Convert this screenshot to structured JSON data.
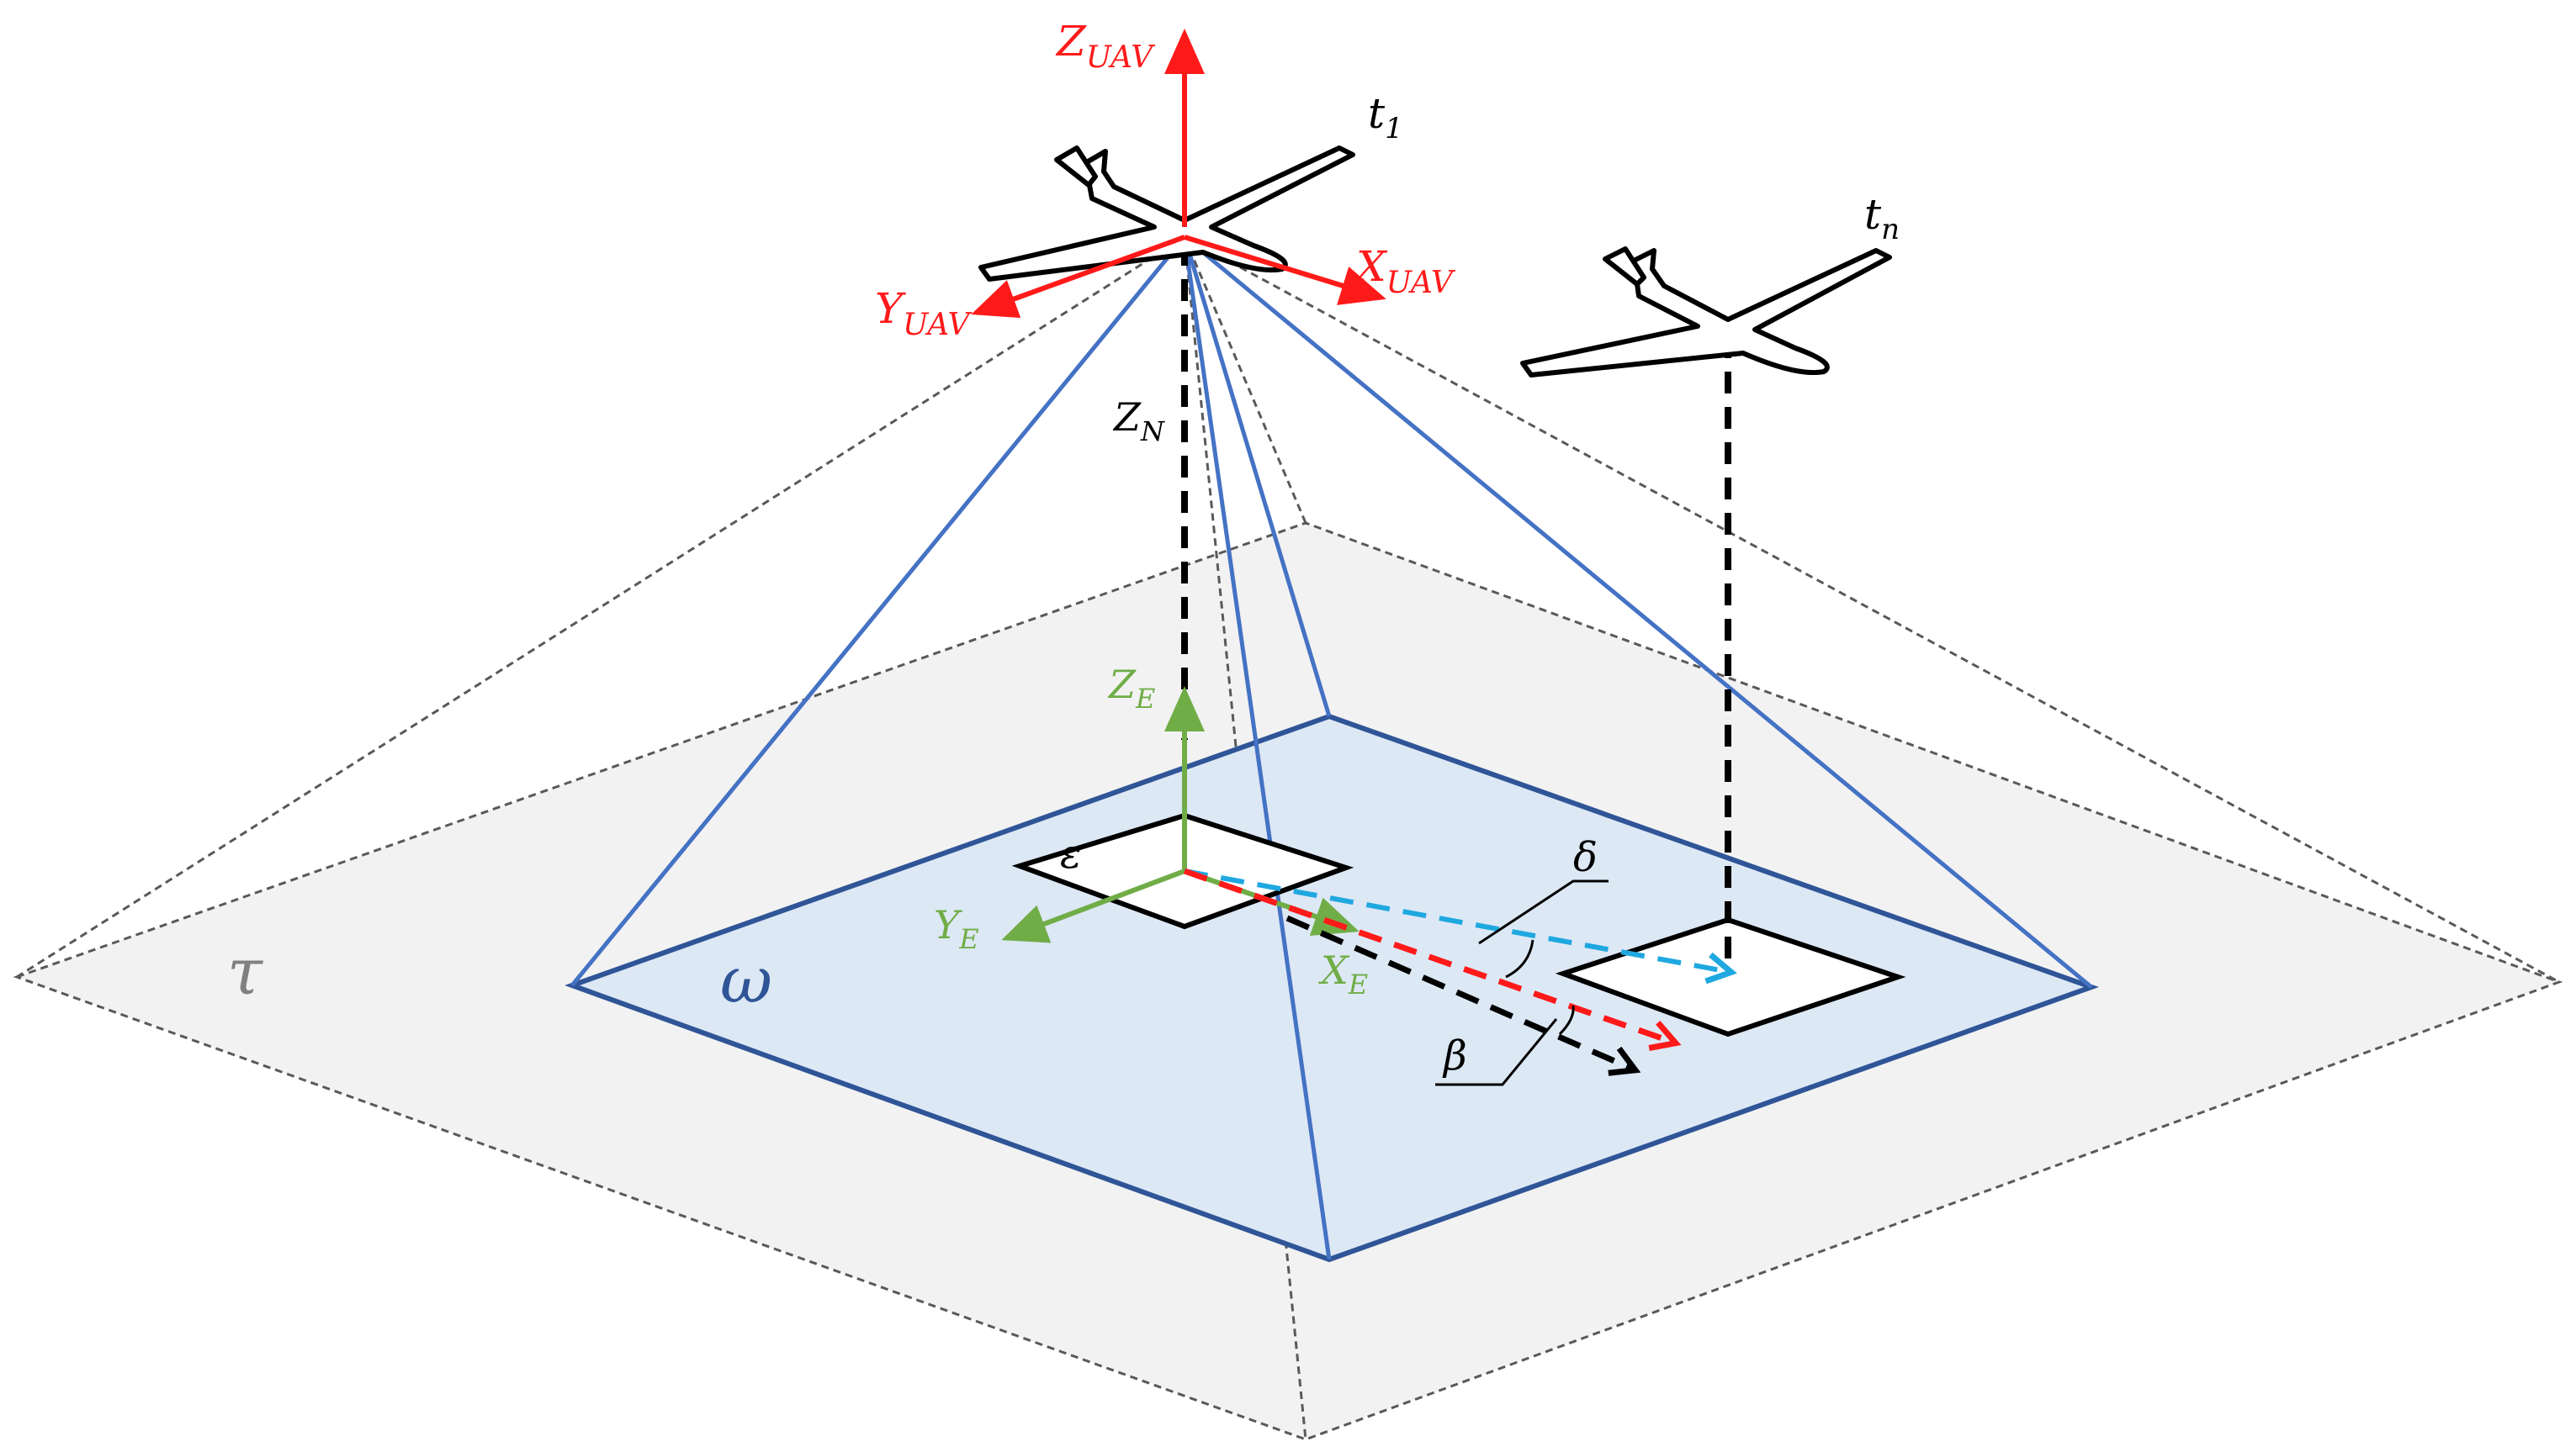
{
  "colors": {
    "uav_axes": "#ff1a1a",
    "ground_axes": "#70ad47",
    "footprint_omega_fill": "#dde8f5",
    "footprint_omega_edge": "#2f5597",
    "frustum_edge": "#4472c4",
    "outer_tau_fill": "#f2f2f2",
    "outer_tau_edge": "#595959",
    "delta_vector": "#1fa8e0",
    "red_vector": "#ff1a1a",
    "beta_vector": "#000000",
    "tau_label": "#808080",
    "omega_label": "#2f5597"
  },
  "labels": {
    "z_uav": "Z",
    "z_uav_sub": "UAV",
    "x_uav": "X",
    "x_uav_sub": "UAV",
    "y_uav": "Y",
    "y_uav_sub": "UAV",
    "t1": "t",
    "t1_sub": "1",
    "tn": "t",
    "tn_sub": "n",
    "z_n": "Z",
    "z_n_sub": "N",
    "z_e": "Z",
    "z_e_sub": "E",
    "x_e": "X",
    "x_e_sub": "E",
    "y_e": "Y",
    "y_e_sub": "E",
    "epsilon": "ε",
    "delta": "δ",
    "beta": "β",
    "tau": "τ",
    "omega": "ω"
  }
}
